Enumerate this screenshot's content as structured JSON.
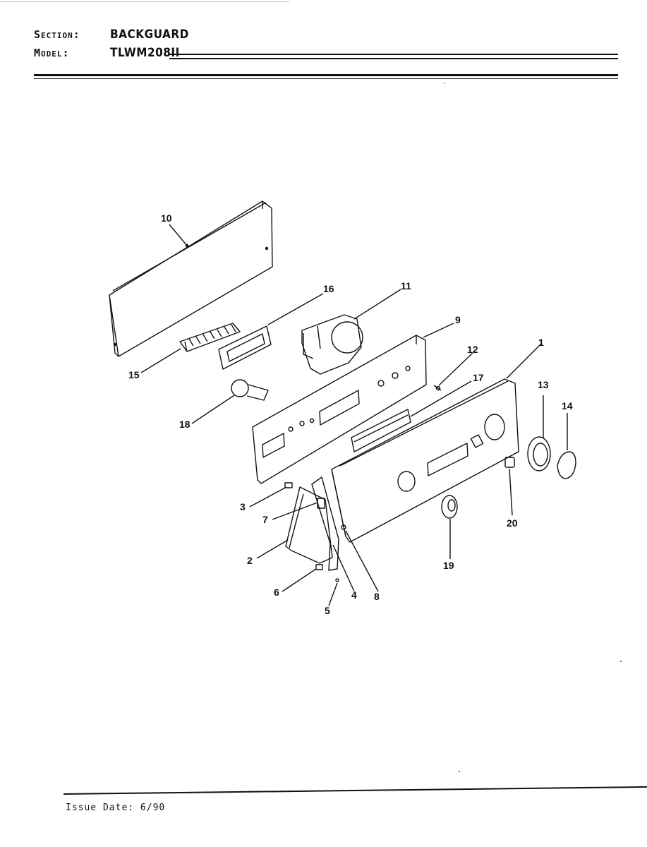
{
  "header": {
    "section_label": "Section:",
    "section_value": "BACKGUARD",
    "model_label": "Model:",
    "model_value": "TLWM208II"
  },
  "diagram": {
    "callouts": [
      "10",
      "16",
      "11",
      "9",
      "15",
      "12",
      "17",
      "1",
      "13",
      "14",
      "18",
      "3",
      "7",
      "20",
      "2",
      "19",
      "6",
      "4",
      "8",
      "5"
    ]
  },
  "footer": {
    "issue_date": "Issue Date: 6/90"
  }
}
